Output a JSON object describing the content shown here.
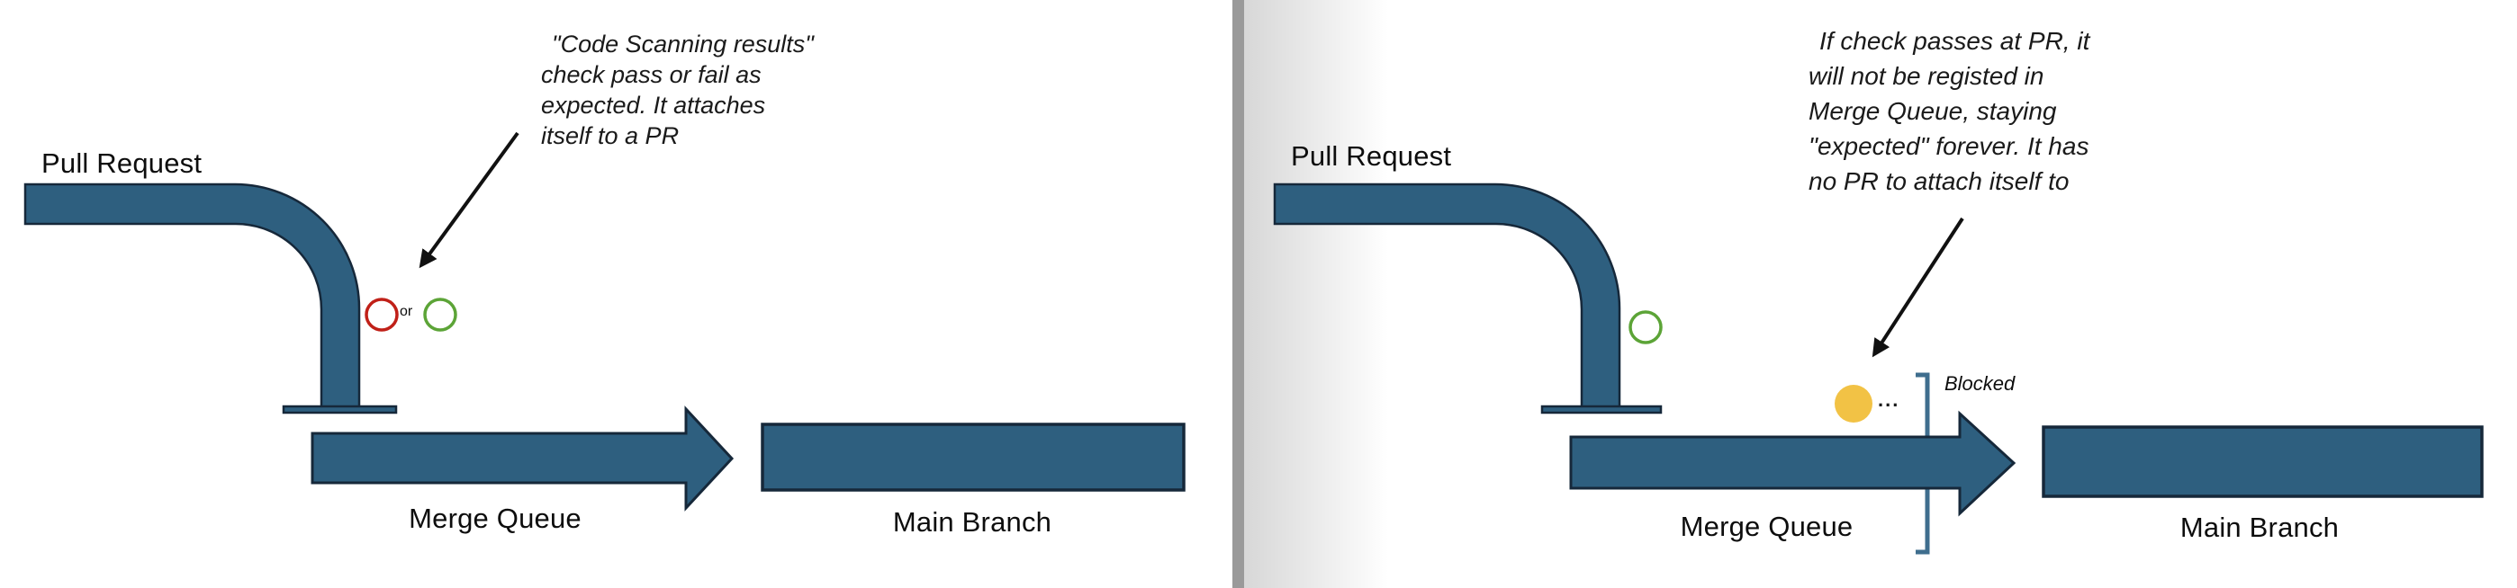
{
  "panels": {
    "left": {
      "pull_request_label": "Pull Request",
      "annotation_lines": [
        "\"Code Scanning results\"",
        "check pass or fail as",
        "expected. It attaches",
        "itself to a PR"
      ],
      "or_label": "or",
      "merge_queue_label": "Merge Queue",
      "main_branch_label": "Main Branch"
    },
    "right": {
      "pull_request_label": "Pull Request",
      "annotation_lines": [
        "If check passes at PR, it",
        "will not be registed in",
        "Merge Queue, staying",
        "\"expected\" forever. It has",
        "no PR to attach itself to"
      ],
      "ellipsis_label": "...",
      "blocked_label": "Blocked",
      "merge_queue_label": "Merge Queue",
      "main_branch_label": "Main Branch"
    }
  },
  "colors": {
    "shape_fill": "#2E5F7F",
    "shape_stroke": "#16283A",
    "fail_red": "#C02018",
    "pass_green": "#5CA437",
    "pending_yellow": "#F2C245",
    "bracket_blue": "#3F6E8E",
    "annotation_arrow_black": "#111111",
    "divider_gray": "#9A9A9A"
  },
  "icons": {
    "left_fail_circle": "fail-status-circle",
    "left_pass_circle": "pass-status-circle",
    "right_pass_circle": "pass-status-circle",
    "right_pending_circle": "pending-check-circle"
  }
}
